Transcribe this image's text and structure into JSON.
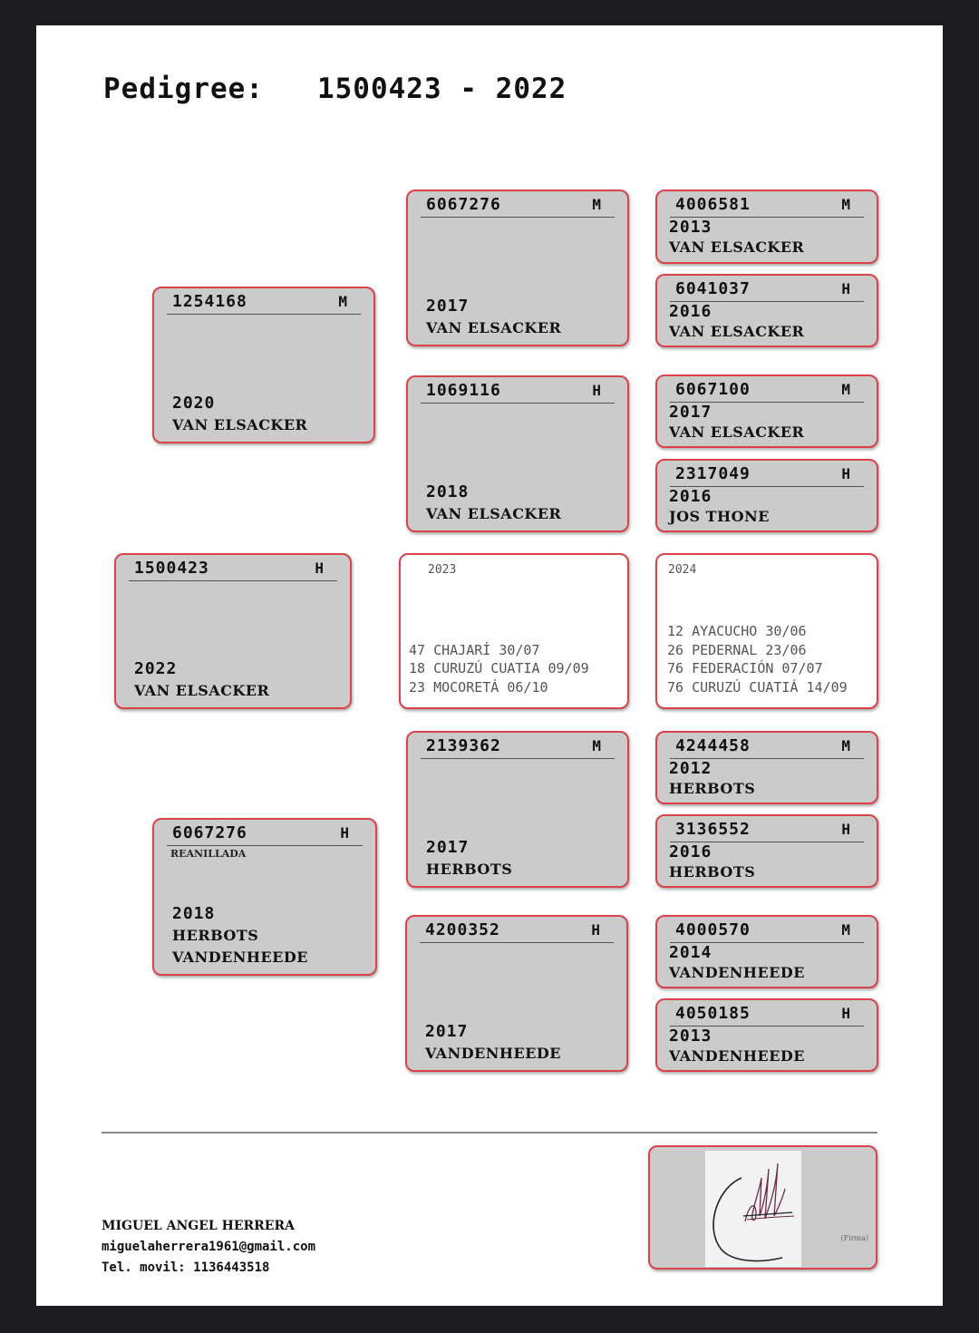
{
  "header": {
    "label": "Pedigree:",
    "ring": "1500423",
    "sep": "-",
    "year": "2022"
  },
  "boxes": [
    {
      "id": "subject",
      "ring": "1500423",
      "sex": "H",
      "sub": "",
      "lines": [
        "2022",
        "VAN ELSACKER"
      ]
    },
    {
      "id": "sire",
      "ring": "1254168",
      "sex": "M",
      "sub": "",
      "lines": [
        "2020",
        "VAN ELSACKER"
      ]
    },
    {
      "id": "dam",
      "ring": "6067276",
      "sex": "H",
      "sub": "REANILLADA",
      "lines": [
        "2018",
        "HERBOTS",
        "VANDENHEEDE"
      ]
    },
    {
      "id": "ss",
      "ring": "6067276",
      "sex": "M",
      "sub": "",
      "lines": [
        "2017",
        "VAN ELSACKER"
      ]
    },
    {
      "id": "sd",
      "ring": "1069116",
      "sex": "H",
      "sub": "",
      "lines": [
        "2018",
        "VAN ELSACKER"
      ]
    },
    {
      "id": "ds",
      "ring": "2139362",
      "sex": "M",
      "sub": "",
      "lines": [
        "2017",
        "HERBOTS"
      ]
    },
    {
      "id": "dd",
      "ring": "4200352",
      "sex": "H",
      "sub": "",
      "lines": [
        "2017",
        "VANDENHEEDE"
      ]
    },
    {
      "id": "sss",
      "ring": "4006581",
      "sex": "M",
      "sub": "",
      "lines": [
        "2013",
        "VAN ELSACKER"
      ]
    },
    {
      "id": "ssd",
      "ring": "6041037",
      "sex": "H",
      "sub": "",
      "lines": [
        "2016",
        "VAN ELSACKER"
      ]
    },
    {
      "id": "sds",
      "ring": "6067100",
      "sex": "M",
      "sub": "",
      "lines": [
        "2017",
        "VAN ELSACKER"
      ]
    },
    {
      "id": "sdd",
      "ring": "2317049",
      "sex": "H",
      "sub": "",
      "lines": [
        "2016",
        "JOS THONE"
      ]
    },
    {
      "id": "dss",
      "ring": "4244458",
      "sex": "M",
      "sub": "",
      "lines": [
        "2012",
        "HERBOTS"
      ]
    },
    {
      "id": "dsd",
      "ring": "3136552",
      "sex": "H",
      "sub": "",
      "lines": [
        "2016",
        "HERBOTS"
      ]
    },
    {
      "id": "dds",
      "ring": "4000570",
      "sex": "M",
      "sub": "",
      "lines": [
        "2014",
        "VANDENHEEDE"
      ]
    },
    {
      "id": "ddd",
      "ring": "4050185",
      "sex": "H",
      "sub": "",
      "lines": [
        "2013",
        "VANDENHEEDE"
      ]
    }
  ],
  "results": [
    {
      "year": "2023",
      "lines": [
        "47 CHAJARÍ 30/07",
        "18 CURUZÚ CUATIA 09/09",
        "23 MOCORETÁ 06/10"
      ]
    },
    {
      "year": "2024",
      "lines": [
        "12 AYACUCHO 30/06",
        "26 PEDERNAL 23/06",
        "76 FEDERACIÓN 07/07",
        "76 CURUZÚ CUATIÁ 14/09"
      ]
    }
  ],
  "footer": {
    "name": "MIGUEL ANGEL HERRERA",
    "email": "miguelaherrera1961@gmail.com",
    "phone": "Tel. movil: 1136443518",
    "firma": "(Firma)"
  },
  "colors": {
    "border": "#d9434a",
    "box_fill": "#cbcbcb",
    "page": "#ffffff",
    "frame": "#1c1c1e"
  }
}
